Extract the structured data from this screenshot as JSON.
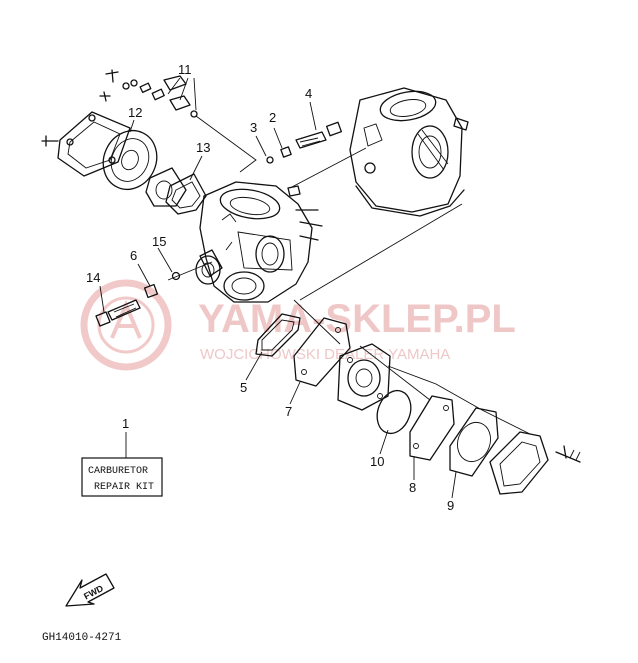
{
  "callouts": [
    "1",
    "2",
    "3",
    "4",
    "5",
    "6",
    "7",
    "8",
    "9",
    "10",
    "11",
    "12",
    "13",
    "14",
    "15"
  ],
  "repair_kit": {
    "line1": "CARBURETOR",
    "line2": "REPAIR KIT"
  },
  "fwd_label": "FWD",
  "diagram_code": "GH14010-4271",
  "watermark": {
    "title": "YAMA-SKLEP.PL",
    "subtitle": "WOJCICHOWSKI DEALER YAMAHA"
  },
  "colors": {
    "ink": "#111111",
    "watermark": "#efc7c7"
  }
}
